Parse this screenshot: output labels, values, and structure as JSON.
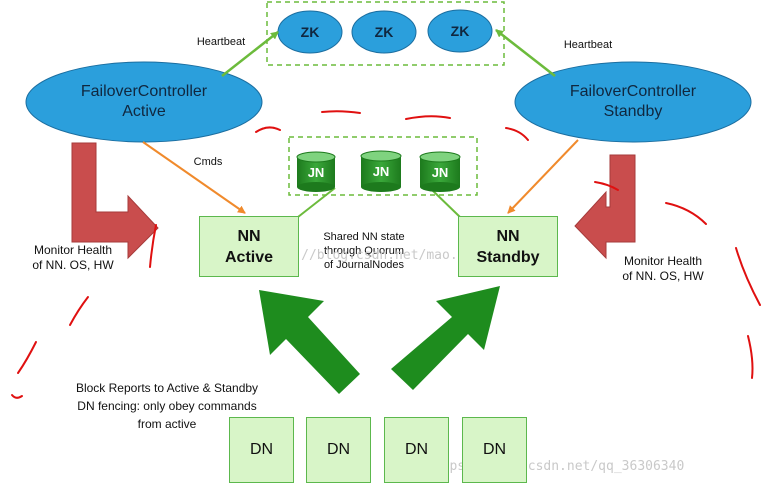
{
  "zk_nodes": [
    "ZK",
    "ZK",
    "ZK"
  ],
  "journal_nodes": [
    "JN",
    "JN",
    "JN"
  ],
  "failover_active": "FailoverController\nActive",
  "failover_standby": "FailoverController\nStandby",
  "heartbeat_left": "Heartbeat",
  "heartbeat_right": "Heartbeat",
  "cmds": "Cmds",
  "nn_active": "NN\nActive",
  "nn_standby": "NN\nStandby",
  "shared_state": [
    "Shared NN state",
    "through Quorum",
    "of JournalNodes"
  ],
  "monitor_left": [
    "Monitor Health",
    "of NN. OS, HW"
  ],
  "monitor_right": [
    "Monitor Health",
    "of NN. OS, HW"
  ],
  "block_reports": [
    "Block Reports to Active & Standby",
    "DN fencing: only obey commands",
    "from active"
  ],
  "data_nodes": [
    "DN",
    "DN",
    "DN",
    "DN"
  ],
  "watermark_bottom": "https://blog.csdn.net/qq_36306340",
  "watermark_middle": "http://blog.csdn.net/mao...Z",
  "colors": {
    "ellipse_fill": "#2b9fdc",
    "node_box_fill": "#d8f5c8",
    "node_box_border": "#5cb84d",
    "big_arrow": "#1e8c1e",
    "monitor_arrow": "#c94d4d",
    "heartbeat_arrow": "#6cbb3c",
    "cmds_arrow": "#f08a2c",
    "annotation_red": "#e01010"
  }
}
